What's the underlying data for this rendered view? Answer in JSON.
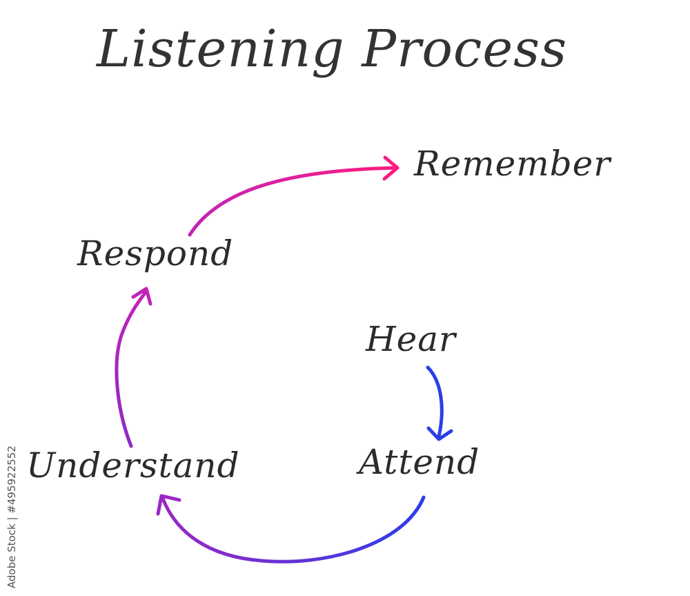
{
  "title": "Listening Process",
  "steps": {
    "remember": "Remember",
    "respond": "Respond",
    "hear": "Hear",
    "attend": "Attend",
    "understand": "Understand"
  },
  "watermark": "Adobe Stock | #495922552",
  "colors": {
    "text": "#2b2b2b",
    "blue": "#2b3ee8",
    "purple": "#8b28c8",
    "magenta": "#c224b6",
    "pink": "#ee1a8c"
  }
}
